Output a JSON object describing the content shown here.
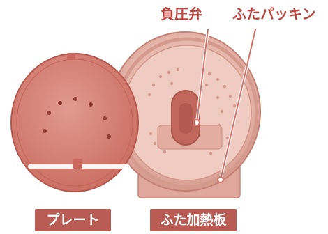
{
  "callouts": {
    "negative_pressure_valve": "負圧弁",
    "lid_packing": "ふたパッキン"
  },
  "captions": {
    "plate": "プレート",
    "lid_heating_plate": "ふた加熱板"
  },
  "colors": {
    "callout_text": "#b8453f",
    "caption_bg": "#b85c54",
    "caption_text": "#ffffff",
    "plate_fill": "#d9867b",
    "lid_fill": "#e9bcb2"
  }
}
